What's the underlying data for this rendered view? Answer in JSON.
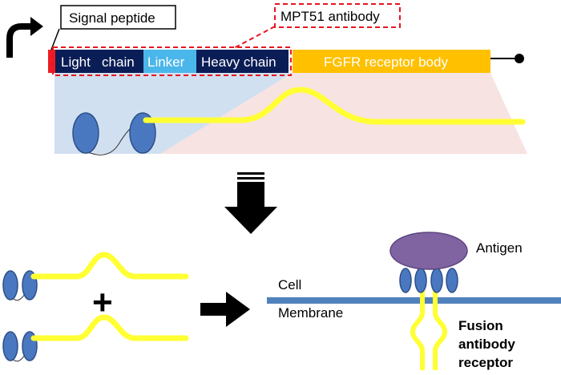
{
  "construct": {
    "signal_peptide_label": "Signal peptide",
    "mpt51_label": "MPT51 antibody",
    "light_chain_label": "Light   chain",
    "linker_label": "Linker",
    "heavy_chain_label": "Heavy chain",
    "fgfr_label": "FGFR receptor body"
  },
  "membrane": {
    "cell_label": "Cell",
    "membrane_label": "Membrane",
    "antigen_label": "Antigen",
    "fusion_label_line1": "Fusion",
    "fusion_label_line2": "antibody",
    "fusion_label_line3": "receptor",
    "plus_symbol": "+"
  },
  "colors": {
    "signal_red": "#ee1c25",
    "chain_navy": "#0b1d56",
    "linker_blue": "#4bb6ea",
    "receptor_orange": "#ffc000",
    "domain_blue": "#4a78c0",
    "yellow_strand": "#ffff33",
    "membrane_blue": "#4f81bd",
    "antigen_purple": "#8064a2",
    "dashed_red": "#e8141e"
  }
}
